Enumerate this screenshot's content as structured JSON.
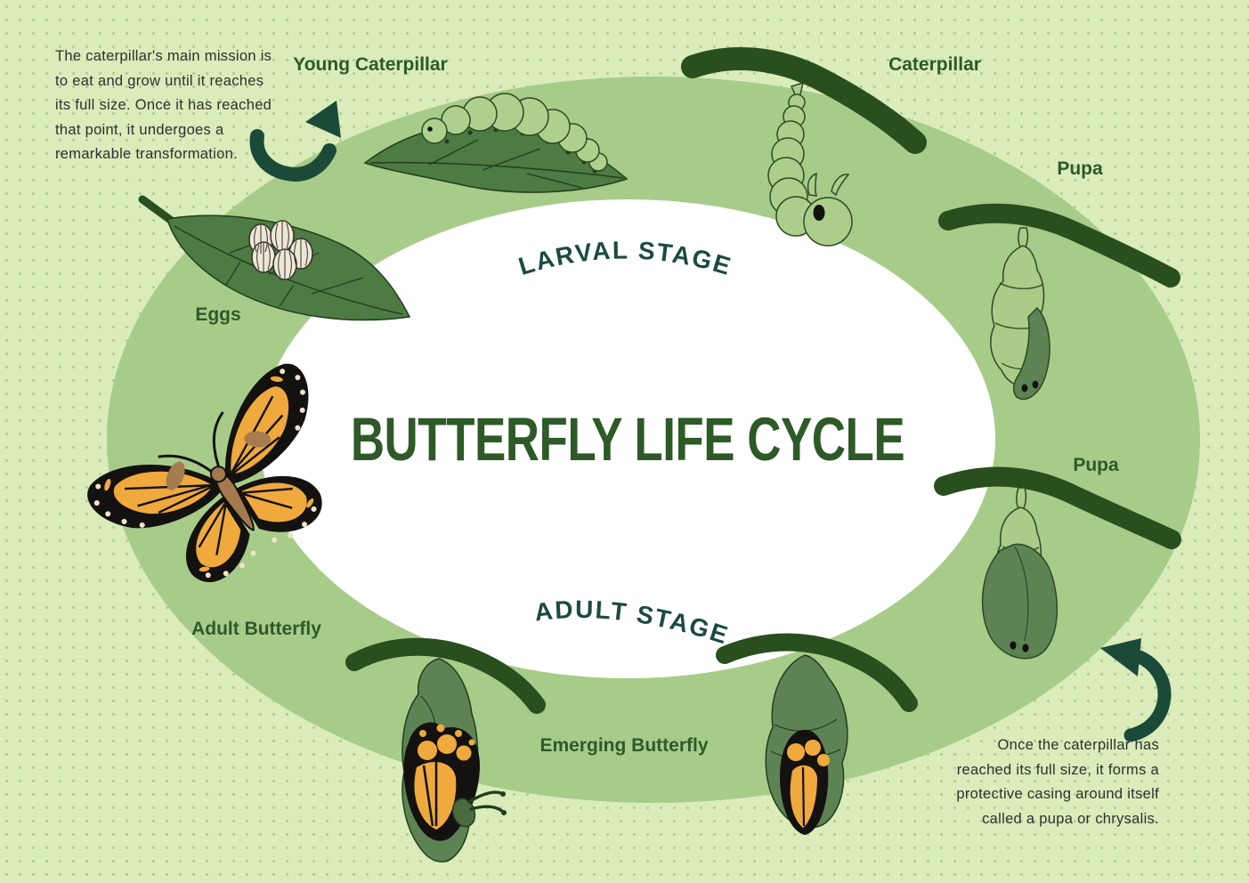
{
  "title": "BUTTERFLY LIFE CYCLE",
  "stages": {
    "larval": "LARVAL STAGE",
    "adult": "ADULT STAGE"
  },
  "labels": {
    "young_caterpillar": "Young Caterpillar",
    "caterpillar": "Caterpillar",
    "pupa_top": "Pupa",
    "pupa_mid": "Pupa",
    "eggs": "Eggs",
    "adult_butterfly": "Adult Butterfly",
    "emerging_butterfly": "Emerging Butterfly"
  },
  "notes": {
    "caterpillar_note_lines": [
      "The caterpillar's main mission is",
      "to eat and grow until it reaches",
      "its full size. Once it has reached",
      "that point, it undergoes a",
      "remarkable transformation."
    ],
    "pupa_note_lines": [
      "Once the caterpillar has",
      "reached its full size, it forms a",
      "protective casing around itself",
      "called a pupa or chrysalis."
    ]
  },
  "icons": {
    "arrow_up": "curved-arrow-up-right",
    "arrow_left": "curved-arrow-left"
  },
  "colors": {
    "background": "#d9ecba",
    "dot_grid": "#b2cd99",
    "ring": "#a7cc8a",
    "center": "#ffffff",
    "title_green": "#2d5a27",
    "stage_teal": "#1d4a42",
    "body_text": "#2f2f2f",
    "branch": "#294f1e",
    "leaf": "#4e7a44",
    "caterpillar_body": "#aed08e",
    "chrysalis_light": "#a9cc88",
    "chrysalis_dark": "#5d8355",
    "wing_orange": "#efa93d",
    "wing_black": "#141210",
    "egg_cream": "#ece7d7",
    "arrow": "#1c4a38"
  }
}
